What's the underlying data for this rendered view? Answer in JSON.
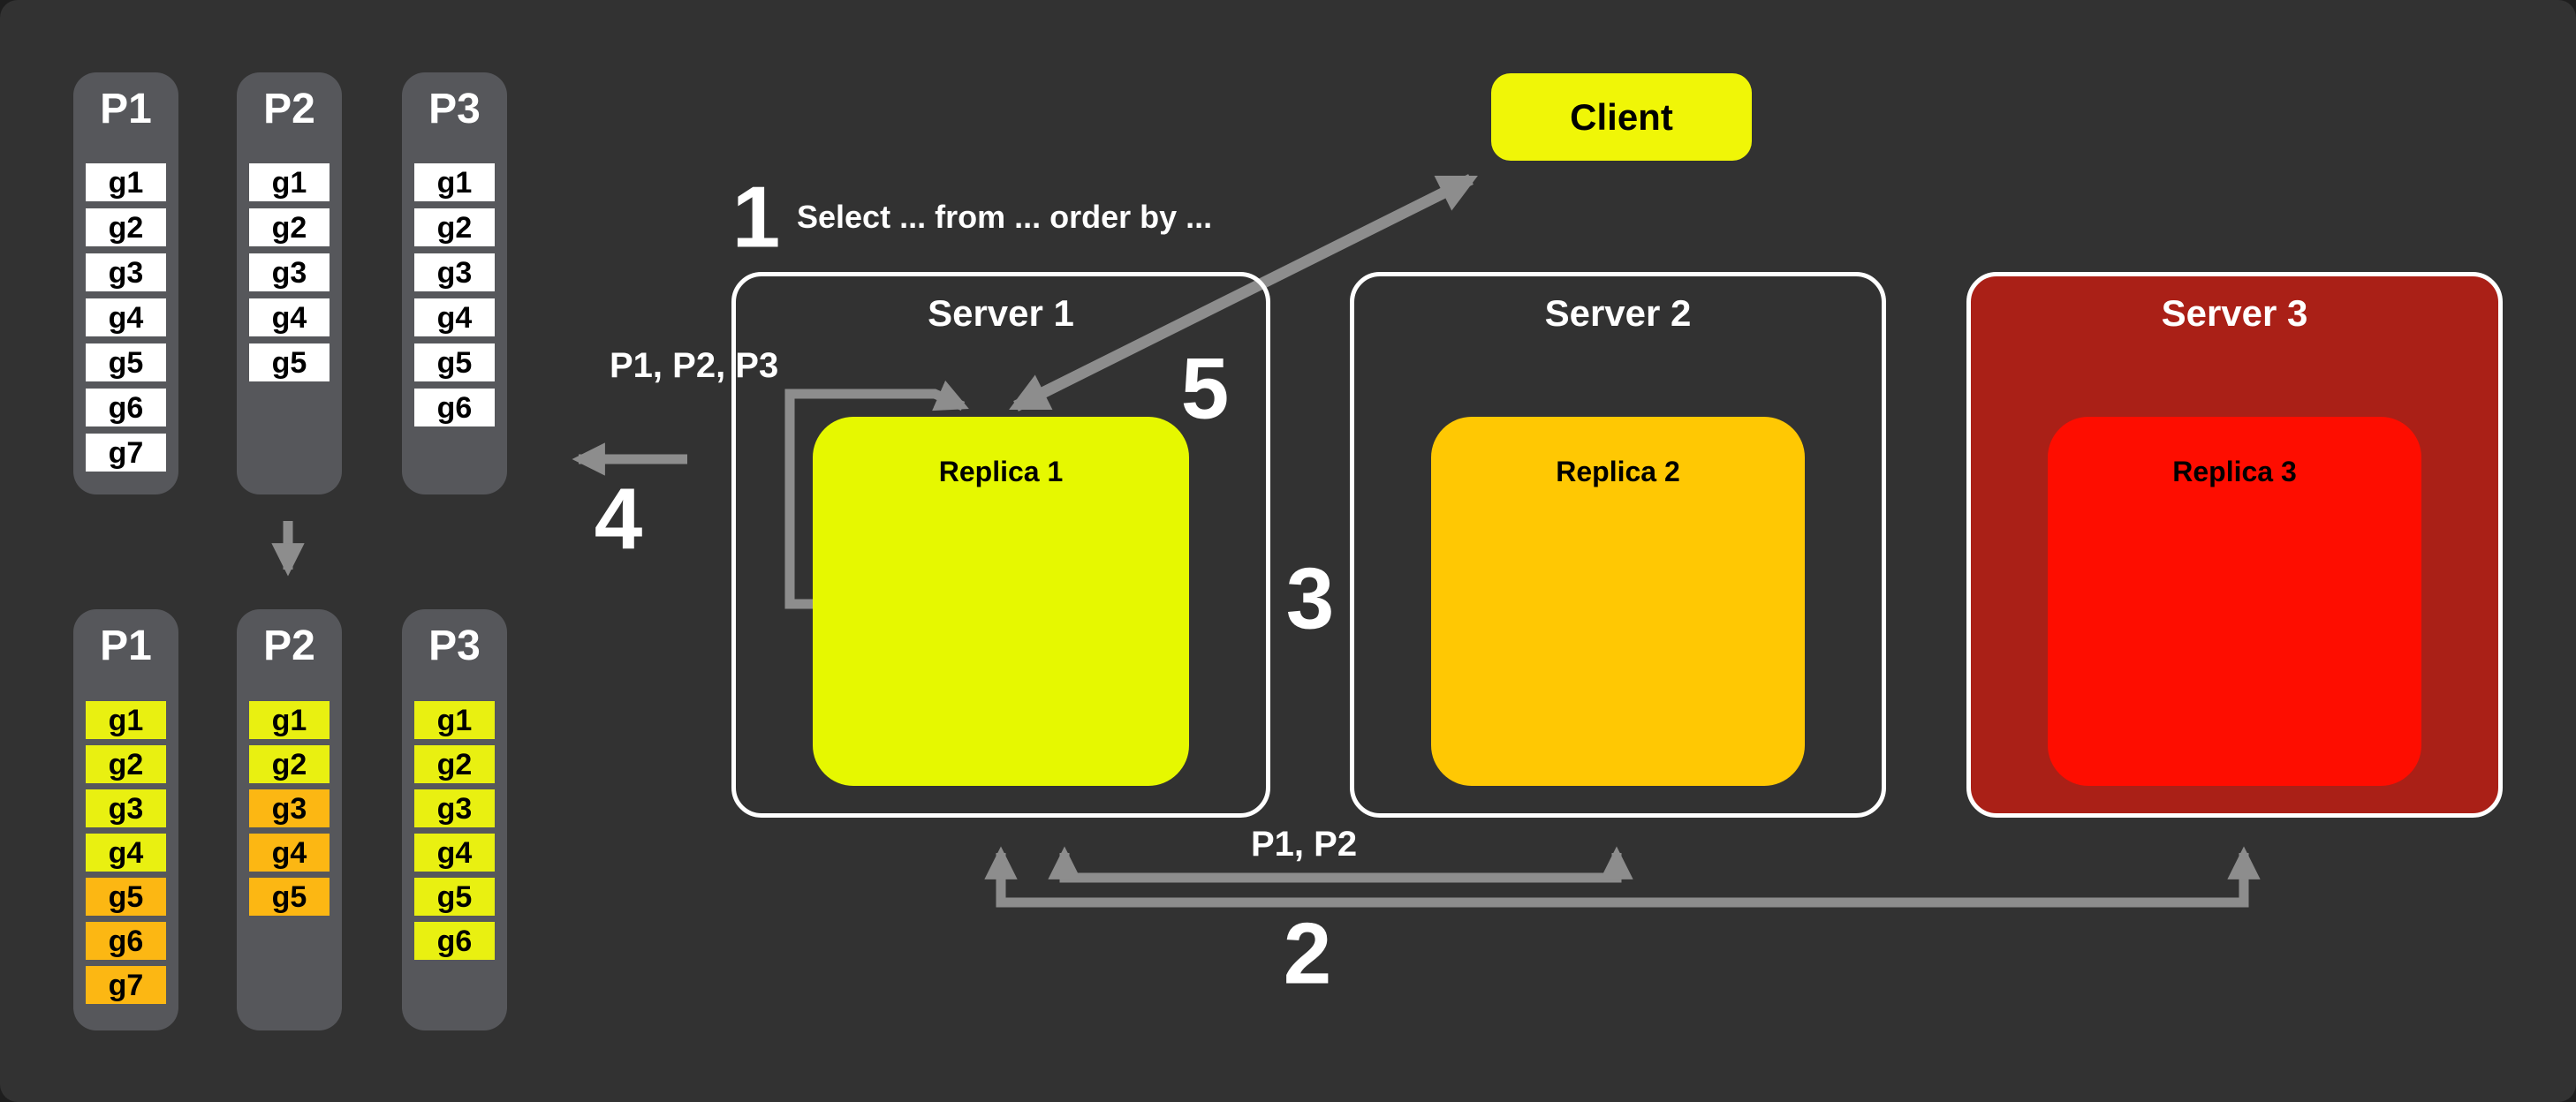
{
  "client": {
    "label": "Client",
    "bg": "#f0f607"
  },
  "query": {
    "step_number": "1",
    "text": "Select ... from ... order by ..."
  },
  "step_numbers": {
    "step2": "2",
    "step3": "3",
    "step4": "4",
    "step5": "5"
  },
  "labels": {
    "partitions_to_server1": "P1, P2, P3",
    "partitions_between_servers": "P1, P2"
  },
  "servers": [
    {
      "label": "Server 1",
      "bg": "",
      "replica": {
        "label": "Replica 1",
        "bg": "#e6f800"
      }
    },
    {
      "label": "Server 2",
      "bg": "",
      "replica": {
        "label": "Replica 2",
        "bg": "#ffc803"
      }
    },
    {
      "label": "Server 3",
      "bg": "#aa2017",
      "replica": {
        "label": "Replica 3",
        "bg": "#fe0d00"
      }
    }
  ],
  "partition_state": {
    "before": {
      "columns": [
        {
          "name": "P1",
          "items": [
            {
              "label": "g1",
              "state": "white"
            },
            {
              "label": "g2",
              "state": "white"
            },
            {
              "label": "g3",
              "state": "white"
            },
            {
              "label": "g4",
              "state": "white"
            },
            {
              "label": "g5",
              "state": "white"
            },
            {
              "label": "g6",
              "state": "white"
            },
            {
              "label": "g7",
              "state": "white"
            }
          ]
        },
        {
          "name": "P2",
          "items": [
            {
              "label": "g1",
              "state": "white"
            },
            {
              "label": "g2",
              "state": "white"
            },
            {
              "label": "g3",
              "state": "white"
            },
            {
              "label": "g4",
              "state": "white"
            },
            {
              "label": "g5",
              "state": "white"
            }
          ]
        },
        {
          "name": "P3",
          "items": [
            {
              "label": "g1",
              "state": "white"
            },
            {
              "label": "g2",
              "state": "white"
            },
            {
              "label": "g3",
              "state": "white"
            },
            {
              "label": "g4",
              "state": "white"
            },
            {
              "label": "g5",
              "state": "white"
            },
            {
              "label": "g6",
              "state": "white"
            }
          ]
        }
      ]
    },
    "after": {
      "columns": [
        {
          "name": "P1",
          "items": [
            {
              "label": "g1",
              "state": "yellow"
            },
            {
              "label": "g2",
              "state": "yellow"
            },
            {
              "label": "g3",
              "state": "yellow"
            },
            {
              "label": "g4",
              "state": "yellow"
            },
            {
              "label": "g5",
              "state": "orange"
            },
            {
              "label": "g6",
              "state": "orange"
            },
            {
              "label": "g7",
              "state": "orange"
            }
          ]
        },
        {
          "name": "P2",
          "items": [
            {
              "label": "g1",
              "state": "yellow"
            },
            {
              "label": "g2",
              "state": "yellow"
            },
            {
              "label": "g3",
              "state": "orange"
            },
            {
              "label": "g4",
              "state": "orange"
            },
            {
              "label": "g5",
              "state": "orange"
            }
          ]
        },
        {
          "name": "P3",
          "items": [
            {
              "label": "g1",
              "state": "yellow"
            },
            {
              "label": "g2",
              "state": "yellow"
            },
            {
              "label": "g3",
              "state": "yellow"
            },
            {
              "label": "g4",
              "state": "yellow"
            },
            {
              "label": "g5",
              "state": "yellow"
            },
            {
              "label": "g6",
              "state": "yellow"
            }
          ]
        }
      ]
    }
  },
  "colors": {
    "background": "#323232",
    "column_bg": "#56575b",
    "arrow": "#8d8d8d",
    "item_white": "#ffffff",
    "item_yellow": "#e9f011",
    "item_orange": "#fcb713",
    "server_border": "#ffffff",
    "text_light": "#ffffff",
    "text_dark": "#000000"
  }
}
